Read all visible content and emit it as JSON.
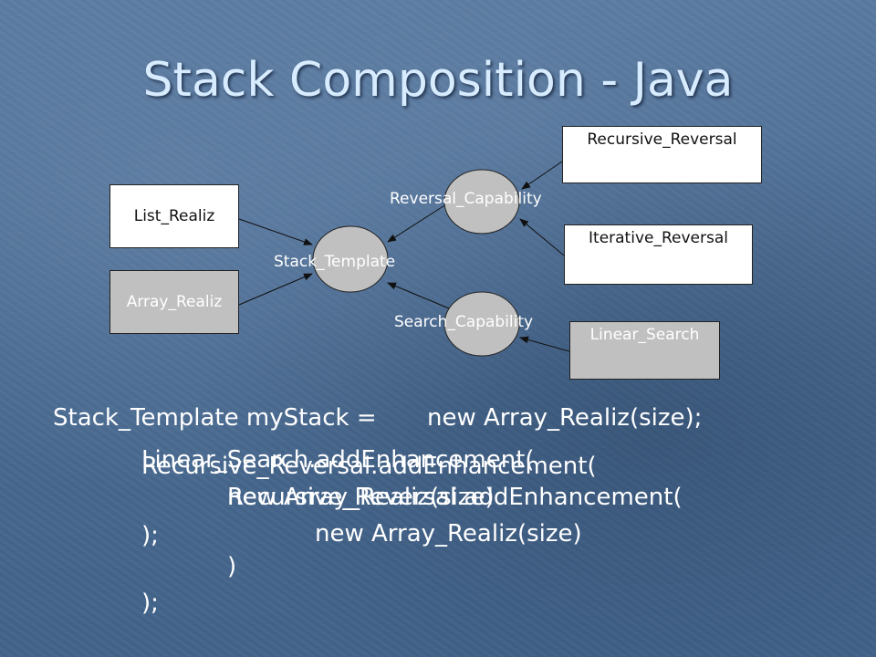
{
  "title": "Stack Composition - Java",
  "diagram": {
    "boxes": {
      "list_realiz": "List_Realiz",
      "array_realiz": "Array_Realiz",
      "recursive_reversal": "Recursive_Reversal",
      "iterative_reversal": "Iterative_Reversal",
      "linear_search": "Linear_Search"
    },
    "nodes": {
      "stack_template": "Stack_Template",
      "reversal_capability": "Reversal_Capability",
      "search_capability": "Search_Capability"
    }
  },
  "code": {
    "line1_left": "Stack_Template myStack =",
    "line1_right": "new Array_Realiz(size);",
    "overlap_a": [
      "Linear_Search.addEnhancement(",
      "new Array_Realiz(size)",
      ");"
    ],
    "overlap_b": [
      "Recursive_Reversal.addEnhancement(",
      "Recursive_Reversal.addEnhancement(",
      "new Array_Realiz(size)",
      ")",
      ");"
    ]
  }
}
